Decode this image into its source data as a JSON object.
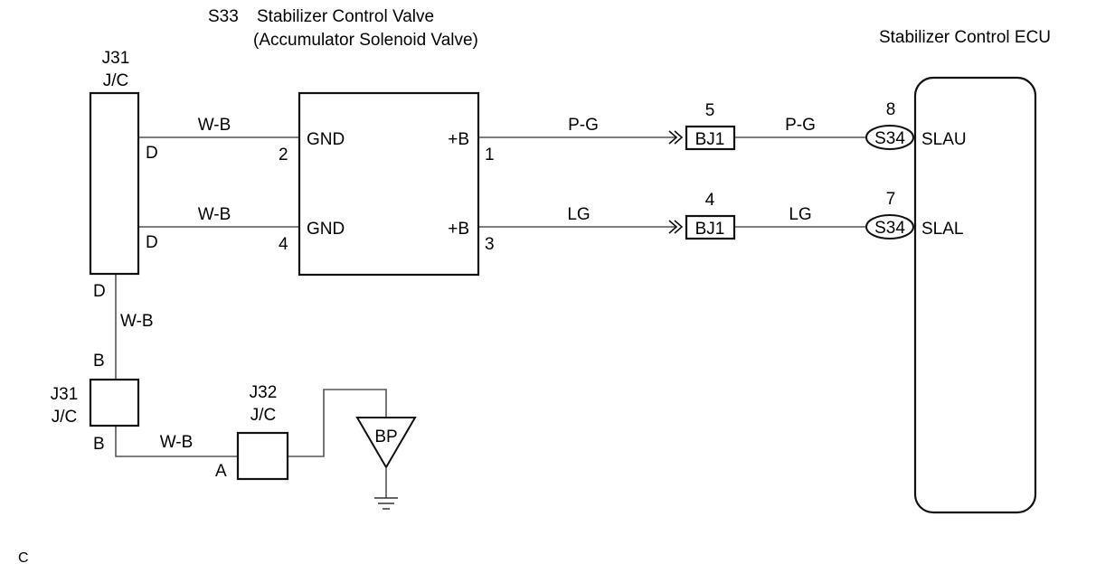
{
  "valve": {
    "code": "S33",
    "name": "Stabilizer Control Valve",
    "subname": "(Accumulator Solenoid Valve)",
    "gnd_label": "GND",
    "plus_label": "+B",
    "pins": {
      "gnd_upper": "2",
      "gnd_lower": "4",
      "b_upper": "1",
      "b_lower": "3"
    }
  },
  "ecu": {
    "title": "Stabilizer Control ECU",
    "connector": "S34",
    "terminals": {
      "upper": {
        "pin": "8",
        "name": "SLAU"
      },
      "lower": {
        "pin": "7",
        "name": "SLAL"
      }
    }
  },
  "jc_top": {
    "code": "J31",
    "type": "J/C",
    "pin_upper": "D",
    "pin_lower": "D",
    "pin_bottom": "D"
  },
  "jc_bottom": {
    "code": "J31",
    "type": "J/C",
    "pin_top": "B",
    "pin_bottom": "B"
  },
  "jc_j32": {
    "code": "J32",
    "type": "J/C",
    "pin": "A"
  },
  "ground_point": "BP",
  "junction_connector": {
    "name": "BJ1",
    "pin_upper": "5",
    "pin_lower": "4"
  },
  "wires": {
    "w_b": "W-B",
    "upper_signal": "P-G",
    "lower_signal": "LG"
  },
  "footer_code": "C"
}
